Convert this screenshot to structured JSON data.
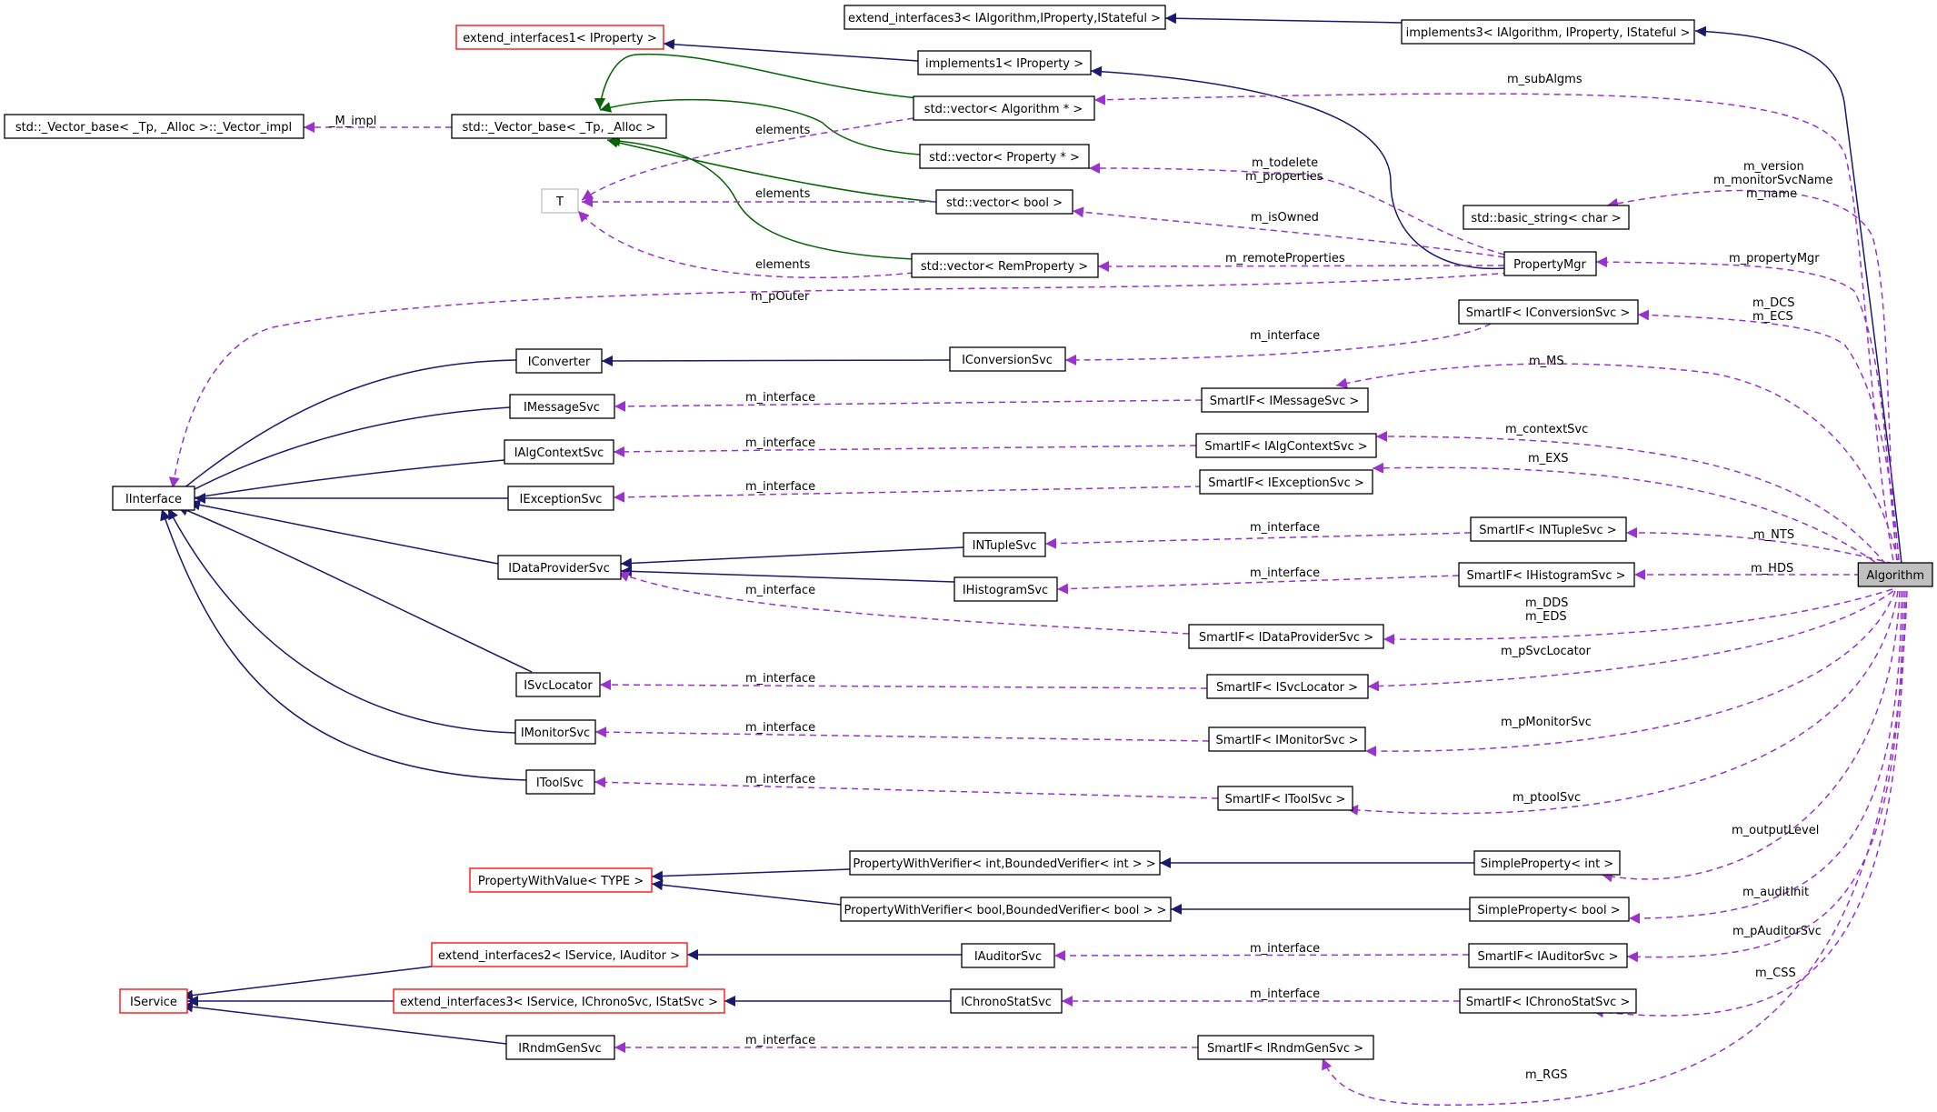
{
  "colors": {
    "inheritance": "#191970",
    "template": "#006400",
    "usage": "#9a32cd",
    "focus_fill": "#bfbfbf",
    "red_border": "#ff0000",
    "grey_border": "#bfbfbf"
  },
  "nodes": {
    "algorithm": "Algorithm",
    "ext3_alg": "extend_interfaces3< IAlgorithm,IProperty,IStateful >",
    "impl3": "implements3< IAlgorithm, IProperty, IStateful >",
    "ext1_prop": "extend_interfaces1< IProperty >",
    "impl1": "implements1< IProperty >",
    "vecimpl": "std::_Vector_base< _Tp, _Alloc >::_Vector_impl",
    "vecbase": "std::_Vector_base< _Tp, _Alloc >",
    "vec_alg": "std::vector< Algorithm * >",
    "vec_prop": "std::vector< Property * >",
    "vec_bool": "std::vector< bool >",
    "vec_rem": "std::vector< RemProperty >",
    "T": "T",
    "basic_string": "std::basic_string< char >",
    "propmgr": "PropertyMgr",
    "iinterface": "IInterface",
    "iconverter": "IConverter",
    "imessagesvc": "IMessageSvc",
    "ialgcontextsvc": "IAlgContextSvc",
    "iexceptionsvc": "IExceptionSvc",
    "idataprovidersvc": "IDataProviderSvc",
    "isvclocator": "ISvcLocator",
    "imonitorsvc": "IMonitorSvc",
    "itoolsvc": "IToolSvc",
    "iconversionsvc": "IConversionSvc",
    "intuplesvc": "INTupleSvc",
    "ihistogramsvc": "IHistogramSvc",
    "sif_conv": "SmartIF< IConversionSvc >",
    "sif_msg": "SmartIF< IMessageSvc >",
    "sif_algctx": "SmartIF< IAlgContextSvc >",
    "sif_exc": "SmartIF< IExceptionSvc >",
    "sif_ntuple": "SmartIF< INTupleSvc >",
    "sif_hist": "SmartIF< IHistogramSvc >",
    "sif_dp": "SmartIF< IDataProviderSvc >",
    "sif_svcloc": "SmartIF< ISvcLocator >",
    "sif_mon": "SmartIF< IMonitorSvc >",
    "sif_tool": "SmartIF< IToolSvc >",
    "pwv": "PropertyWithValue< TYPE >",
    "pwv_int": "PropertyWithVerifier< int,BoundedVerifier< int > >",
    "pwv_bool": "PropertyWithVerifier< bool,BoundedVerifier< bool > >",
    "sp_int": "SimpleProperty< int >",
    "sp_bool": "SimpleProperty< bool >",
    "ext2_svc": "extend_interfaces2< IService, IAuditor >",
    "ext3_svc": "extend_interfaces3< IService, IChronoSvc, IStatSvc >",
    "iservice": "IService",
    "iauditorsvc": "IAuditorSvc",
    "ichronostatsvc": "IChronoStatSvc",
    "irndmgensvc": "IRndmGenSvc",
    "sif_aud": "SmartIF< IAuditorSvc >",
    "sif_chrono": "SmartIF< IChronoStatSvc >",
    "sif_rndm": "SmartIF< IRndmGenSvc >"
  },
  "labels": {
    "m_impl": "_M_impl",
    "elements": "elements",
    "m_subAlgms": "m_subAlgms",
    "m_version": "m_version",
    "m_monitorSvcName": "m_monitorSvcName",
    "m_name": "m_name",
    "m_todelete": "m_todelete",
    "m_properties": "m_properties",
    "m_isOwned": "m_isOwned",
    "m_remoteProperties": "m_remoteProperties",
    "m_propertyMgr": "m_propertyMgr",
    "m_pOuter": "m_pOuter",
    "m_DCS": "m_DCS",
    "m_ECS": "m_ECS",
    "m_interface": "m_interface",
    "m_MS": "m_MS",
    "m_contextSvc": "m_contextSvc",
    "m_EXS": "m_EXS",
    "m_NTS": "m_NTS",
    "m_HDS": "m_HDS",
    "m_DDS": "m_DDS",
    "m_EDS": "m_EDS",
    "m_pSvcLocator": "m_pSvcLocator",
    "m_pMonitorSvc": "m_pMonitorSvc",
    "m_ptoolSvc": "m_ptoolSvc",
    "m_outputLevel": "m_outputLevel",
    "m_auditInit": "m_auditInit",
    "m_pAuditorSvc": "m_pAuditorSvc",
    "m_CSS": "m_CSS",
    "m_RGS": "m_RGS"
  }
}
